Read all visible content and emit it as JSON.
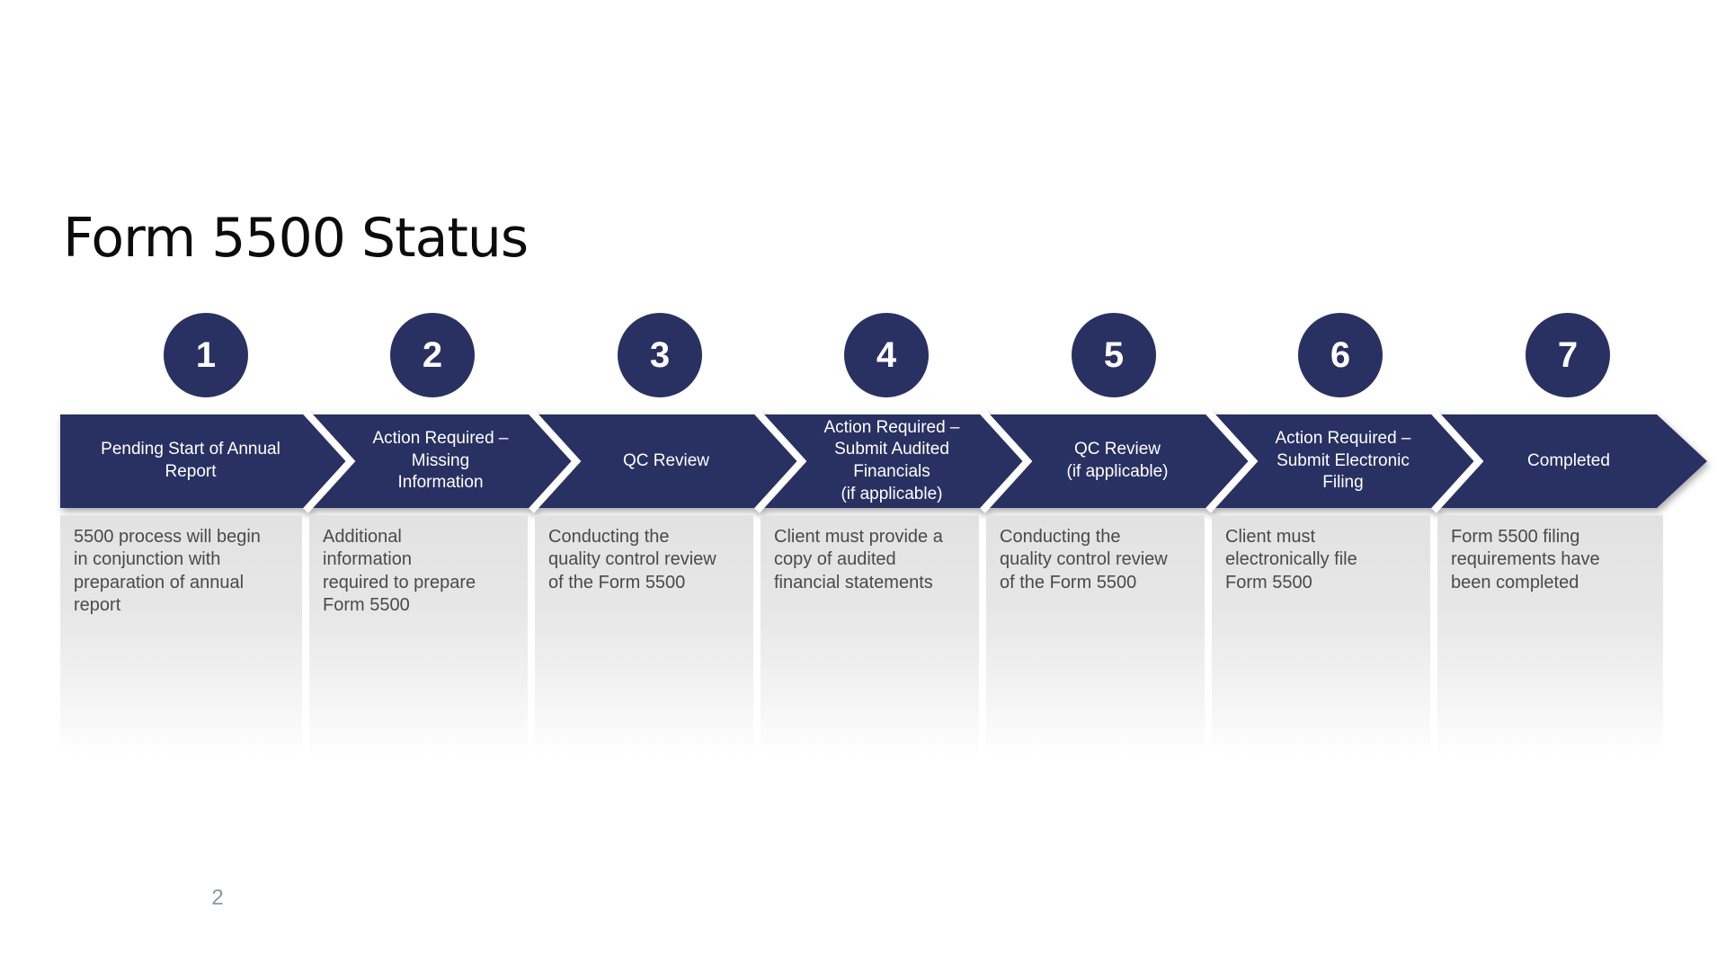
{
  "slide": {
    "title": "Form 5500 Status",
    "page_number": "2"
  },
  "colors": {
    "navy": "#293163",
    "description_text": "#4a4a4a",
    "page_number": "#8498ae"
  },
  "steps": [
    {
      "number": "1",
      "label": "Pending Start of Annual\nReport",
      "description": "5500 process will begin\nin conjunction with\npreparation of annual\nreport"
    },
    {
      "number": "2",
      "label": "Action Required –\nMissing\nInformation",
      "description": "Additional\ninformation\nrequired to prepare\nForm 5500"
    },
    {
      "number": "3",
      "label": "QC Review",
      "description": "Conducting the\nquality control review\nof the Form 5500"
    },
    {
      "number": "4",
      "label": "Action Required –\nSubmit Audited\nFinancials\n(if applicable)",
      "description": "Client must provide a\ncopy of audited\nfinancial statements"
    },
    {
      "number": "5",
      "label": "QC Review\n(if applicable)",
      "description": "Conducting the\nquality control review\nof the Form 5500"
    },
    {
      "number": "6",
      "label": "Action Required –\nSubmit Electronic\nFiling",
      "description": "Client must\nelectronically file\nForm 5500"
    },
    {
      "number": "7",
      "label": "Completed",
      "description": "Form 5500 filing\nrequirements have\nbeen completed"
    }
  ]
}
